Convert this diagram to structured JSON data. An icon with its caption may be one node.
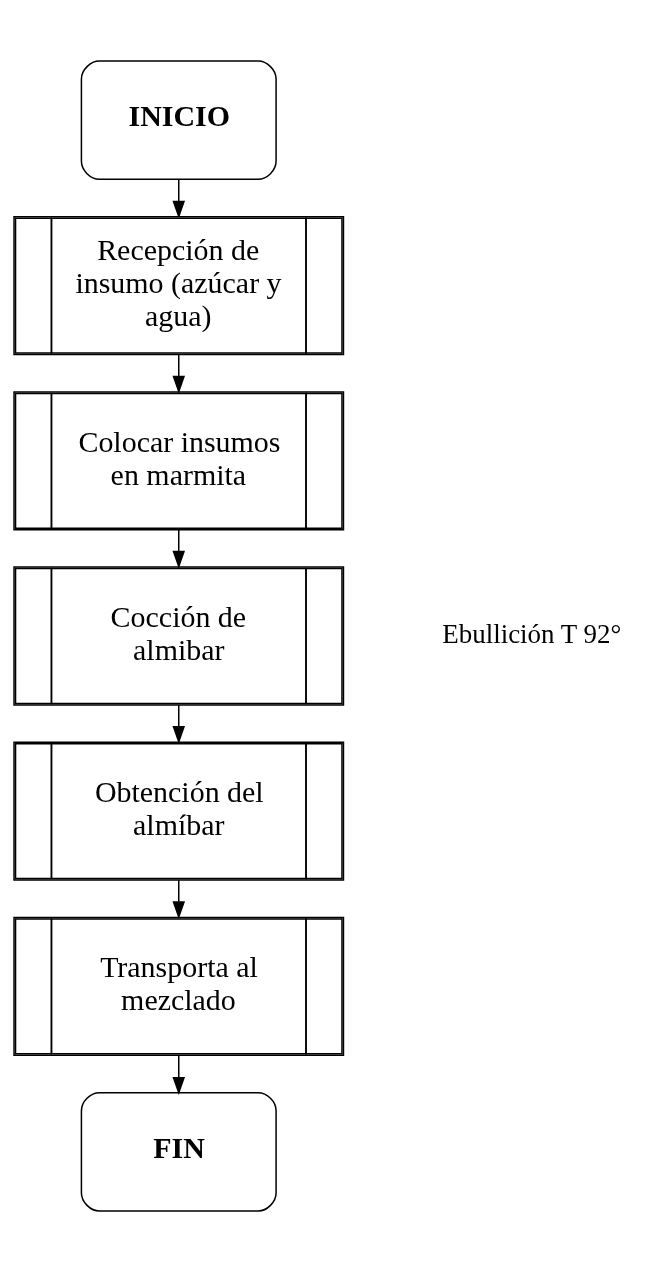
{
  "diagram": {
    "nodes": [
      {
        "text": [
          "INICIO"
        ]
      },
      {
        "text": [
          "Recepción de insumo (azúcar y agua)"
        ]
      },
      {
        "text": [
          "Colocar insumos en marmita"
        ]
      },
      {
        "text": [
          "Cocción de almibar"
        ],
        "beside": [
          "Ebullición T 92°"
        ]
      },
      {
        "text": [
          "Obtención del almíbar"
        ]
      },
      {
        "text": [
          "Transporta al mezclado"
        ]
      },
      {
        "text": [
          "FIN"
        ]
      }
    ],
    "edges": [
      {
        "from": 0,
        "to": 1,
        "arrow": "to"
      },
      {
        "from": 1,
        "to": 2,
        "arrow": "to"
      },
      {
        "from": 2,
        "to": 3,
        "arrow": "to"
      },
      {
        "from": 3,
        "to": 4,
        "arrow": "to"
      },
      {
        "from": 4,
        "to": 5,
        "arrow": "to"
      },
      {
        "from": 5,
        "to": 6,
        "arrow": "to"
      }
    ]
  }
}
